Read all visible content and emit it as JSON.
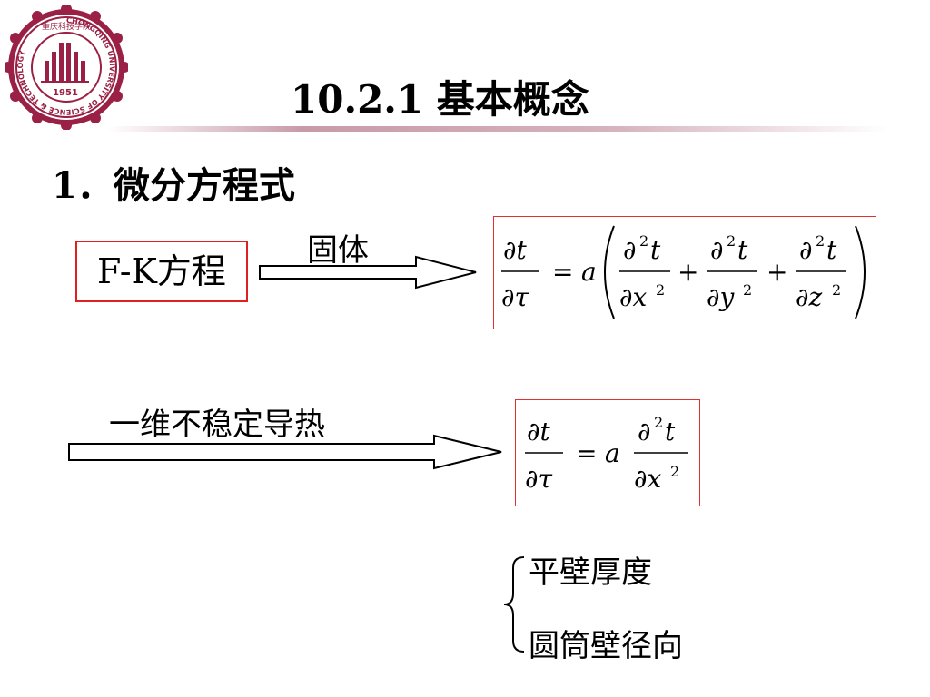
{
  "slide": {
    "title": "10.2.1  基本概念",
    "section": "1．微分方程式",
    "fk_label": "F-K方程",
    "arrow1_label": "固体",
    "arrow2_label": "一维不稳定导热",
    "list": [
      "平壁厚度",
      "圆筒壁径向"
    ]
  },
  "logo": {
    "motto": "重庆科技学院",
    "ring_text": "CHONGQING UNIVERSITY OF SCIENCE & TECHNOLOGY",
    "year": "1951"
  },
  "colors": {
    "logo": "#9a2045",
    "box_border": "#e02020",
    "rule": "#c89aa8"
  }
}
